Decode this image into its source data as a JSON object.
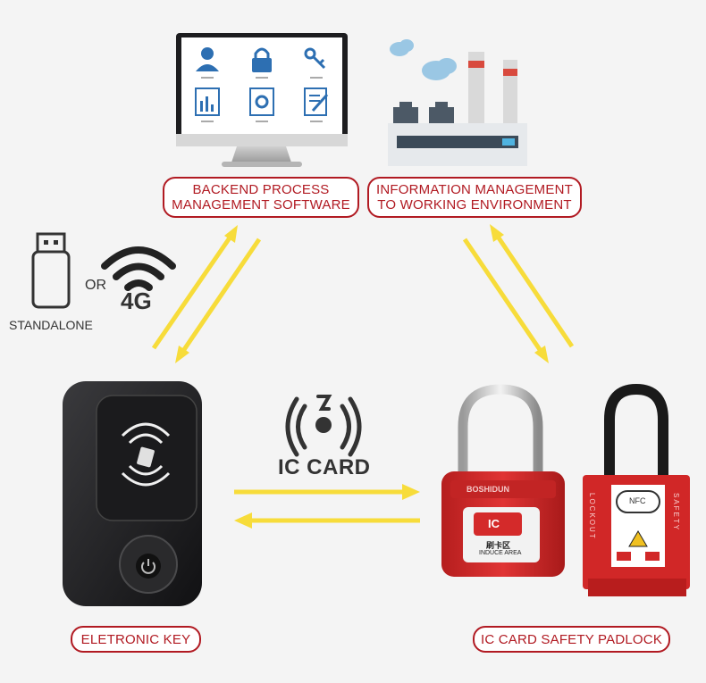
{
  "labels": {
    "backend_line1": "BACKEND PROCESS",
    "backend_line2": "MANAGEMENT SOFTWARE",
    "info_line1": "INFORMATION MANAGEMENT",
    "info_line2": "TO WORKING ENVIRONMENT",
    "electronic_key": "ELETRONIC KEY",
    "padlock": "IC CARD SAFETY PADLOCK",
    "ic_card": "IC CARD",
    "or": "OR",
    "four_g": "4G",
    "standalone": "STANDALONE"
  },
  "padlock_text": {
    "brand": "BOSHIDUN",
    "ic": "IC",
    "induce_cn": "刷卡区",
    "induce_en": "INDUCE AREA",
    "nfc": "NFC",
    "side_left": "LOCKOUT",
    "side_right": "SAFETY"
  },
  "colors": {
    "accent_red": "#b11a22",
    "arrow_yellow": "#f7dc3a",
    "lock_red": "#d42a2a"
  },
  "icons": [
    "user-icon",
    "lock-icon",
    "key-icon",
    "chart-icon",
    "gear-icon",
    "edit-icon",
    "usb-icon",
    "wifi-icon",
    "nfc-icon",
    "power-icon",
    "cloud-icon",
    "factory-icon",
    "card-icon"
  ]
}
